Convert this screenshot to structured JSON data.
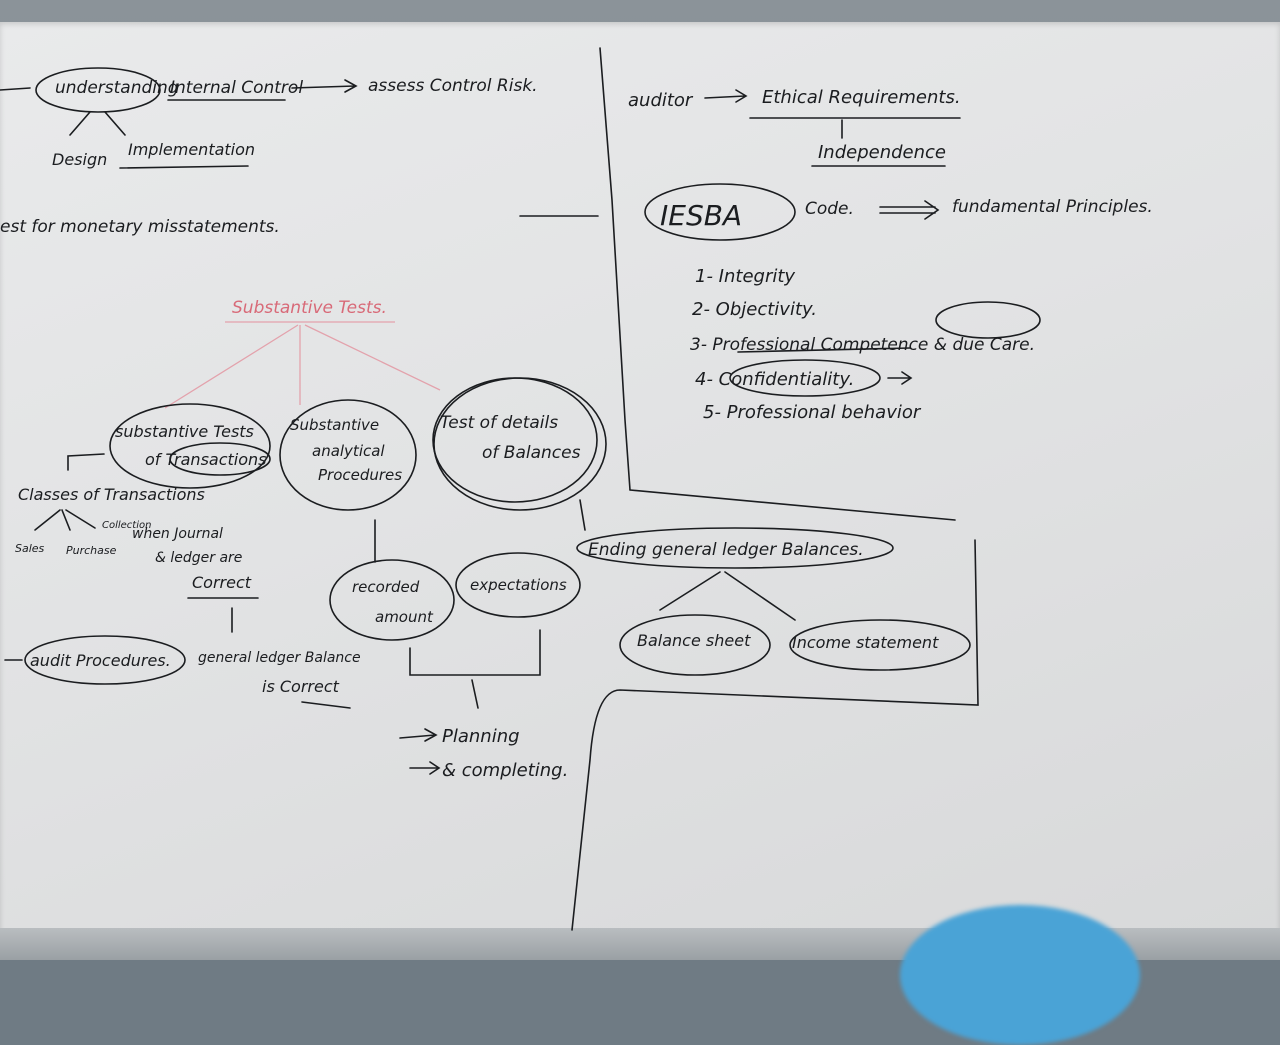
{
  "board": {
    "colors": {
      "ink": "#1b1d20",
      "red_ink": "#d86a78",
      "board": "#e4e5e6",
      "object": "#4aa3d6"
    }
  },
  "left_top": {
    "understanding": "understanding",
    "internal_control": "Internal Control",
    "assess_control_risk": "assess Control Risk.",
    "design": "Design",
    "implementation": "Implementation",
    "monetary": "est for monetary misstatements."
  },
  "substantive": {
    "title": "Substantive Tests.",
    "tests_of_transactions_1": "substantive Tests",
    "tests_of_transactions_2": "of Transactions",
    "analytical_1": "Substantive",
    "analytical_2": "analytical",
    "analytical_3": "Procedures",
    "details_1": "Test of details",
    "details_2": "of Balances",
    "classes": "Classes of Transactions",
    "sales": "Sales",
    "purchase": "Purchase",
    "collection": "Collection",
    "when": "when Journal",
    "ledger_correct": "& ledger are",
    "correct": "Correct",
    "general_ledger": "general ledger Balance",
    "is_correct": "is Correct",
    "audit_procedures": "audit Procedures.",
    "recorded_1": "recorded",
    "recorded_2": "amount",
    "expectations": "expectations",
    "planning": "Planning",
    "completing": "& completing."
  },
  "right": {
    "auditor": "auditor",
    "ethical": "Ethical Requirements.",
    "independence": "Independence",
    "iesba": "IESBA",
    "code": "Code.",
    "fundamental": "fundamental Principles.",
    "principles": [
      "1- Integrity",
      "2- Objectivity.",
      "3- Professional Competence & due Care.",
      "4- Confidentiality.",
      "5- Professional behavior"
    ],
    "ending": "Ending general ledger Balances.",
    "balance_sheet": "Balance sheet",
    "income_statement": "Income statement"
  }
}
